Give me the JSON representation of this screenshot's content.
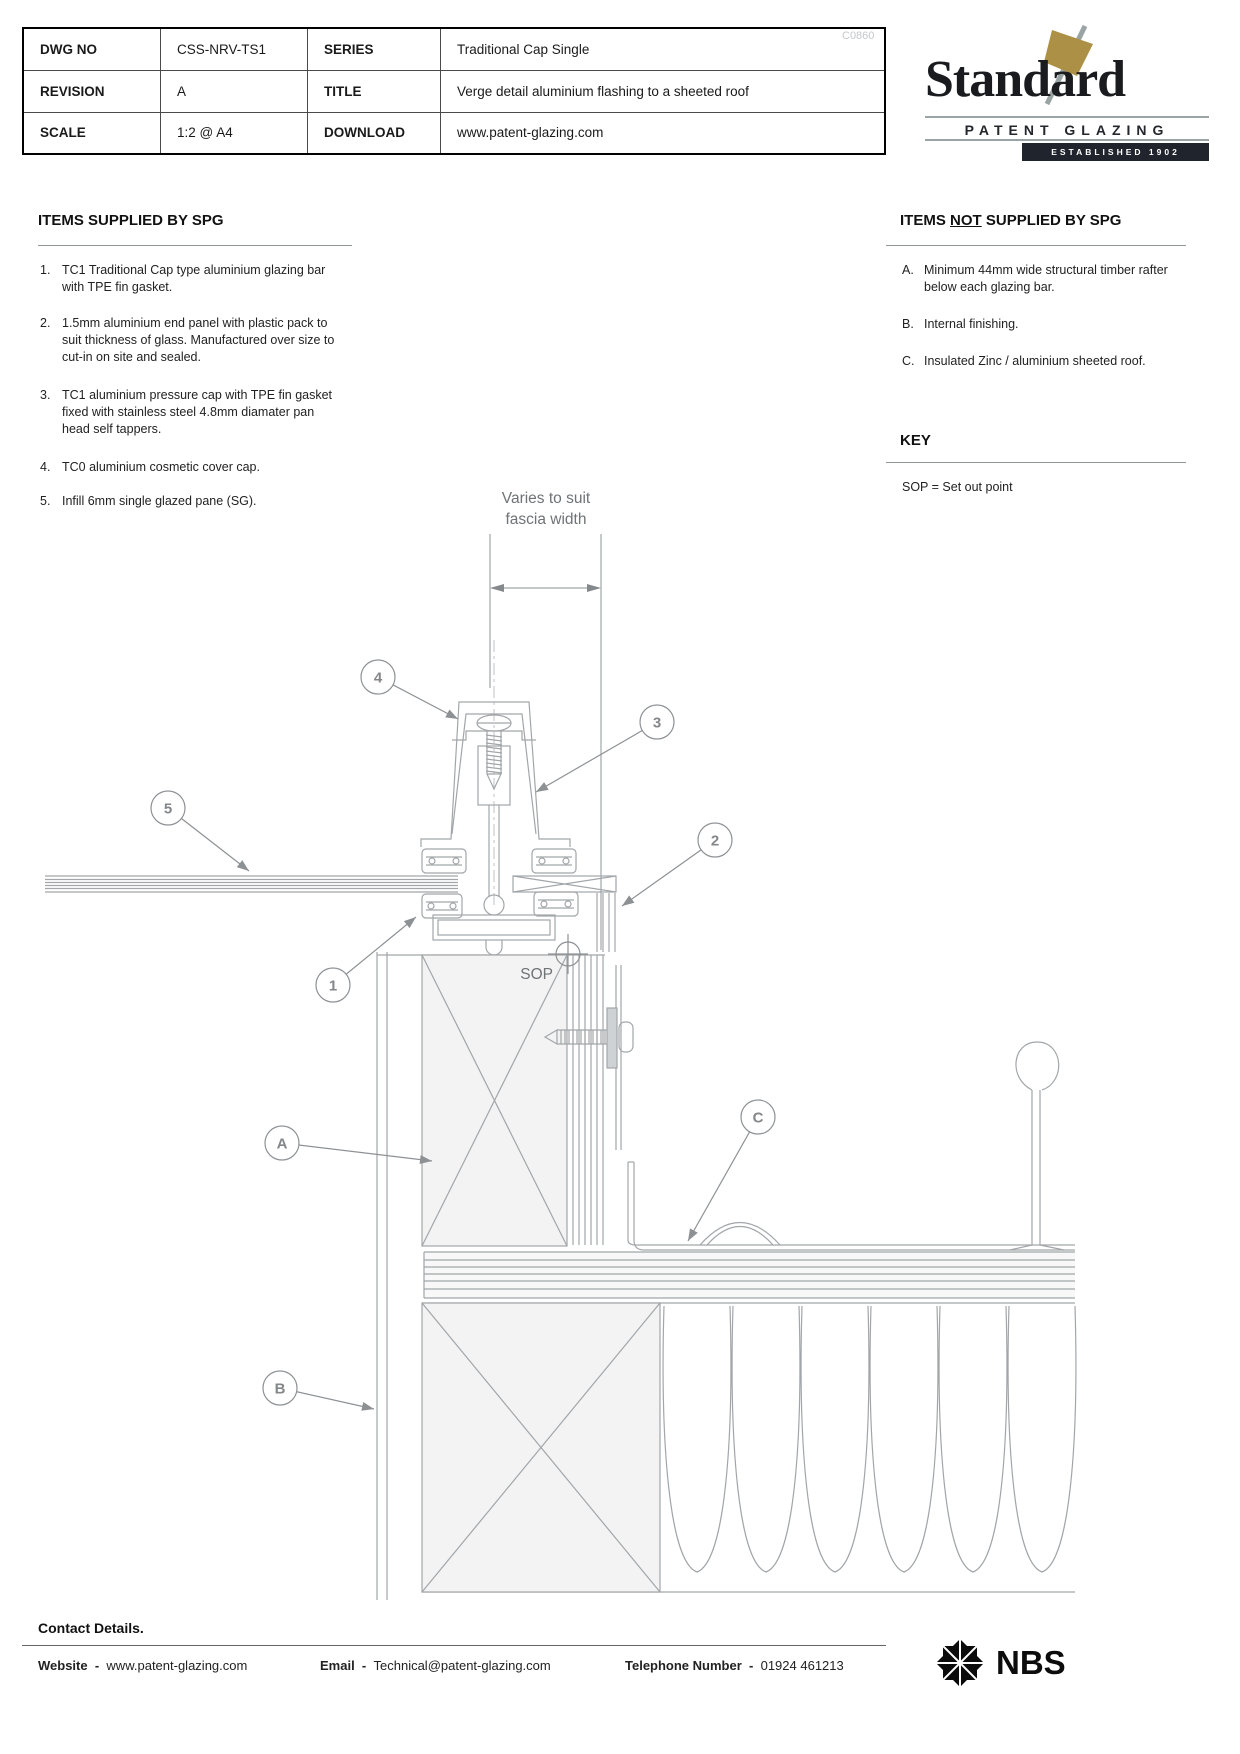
{
  "title_block": {
    "cells": [
      {
        "label": "DWG NO",
        "value": "CSS-NRV-TS1"
      },
      {
        "label": "SERIES",
        "value": "Traditional Cap Single"
      },
      {
        "label": "REVISION",
        "value": "A"
      },
      {
        "label": "TITLE",
        "value": "Verge detail aluminium flashing to a sheeted roof"
      },
      {
        "label": "SCALE",
        "value": "1:2 @ A4"
      },
      {
        "label": "DOWNLOAD",
        "value": "www.patent-glazing.com"
      }
    ],
    "ref_code": "C0860"
  },
  "logo": {
    "name": "Standard",
    "tagline": "PATENT GLAZING",
    "established": "ESTABLISHED 1902",
    "gold": "#ac9045",
    "dark": "#20242c"
  },
  "supplied": {
    "heading": "ITEMS SUPPLIED BY SPG",
    "items": [
      {
        "num": "1.",
        "text": "TC1 Traditional Cap type aluminium glazing bar with TPE fin gasket."
      },
      {
        "num": "2.",
        "text": "1.5mm aluminium end panel with plastic pack to suit thickness of glass. Manufactured over size to cut-in on site and sealed."
      },
      {
        "num": "3.",
        "text": "TC1 aluminium pressure cap with TPE fin gasket fixed with stainless steel 4.8mm diamater pan head self tappers."
      },
      {
        "num": "4.",
        "text": "TC0 aluminium cosmetic cover cap."
      },
      {
        "num": "5.",
        "text": "Infill 6mm single glazed pane (SG)."
      }
    ]
  },
  "not_supplied": {
    "heading_pre": "ITEMS ",
    "heading_not": "NOT",
    "heading_post": " SUPPLIED BY SPG",
    "items": [
      {
        "num": "A.",
        "text": "Minimum 44mm wide structural timber rafter below each glazing bar."
      },
      {
        "num": "B.",
        "text": "Internal finishing."
      },
      {
        "num": "C.",
        "text": "Insulated Zinc / aluminium sheeted roof."
      }
    ]
  },
  "key": {
    "heading": "KEY",
    "entry": "SOP = Set out point"
  },
  "drawing": {
    "dim_label_1": "Varies to suit",
    "dim_label_2": "fascia width",
    "sop_label": "SOP",
    "callout_1": "1",
    "callout_2": "2",
    "callout_3": "3",
    "callout_4": "4",
    "callout_5": "5",
    "callout_a": "A",
    "callout_b": "B",
    "callout_c": "C"
  },
  "footer": {
    "heading": "Contact Details.",
    "website_label": "Website",
    "website_sep": "-",
    "website": "www.patent-glazing.com",
    "email_label": "Email",
    "email_sep": "-",
    "email": "Technical@patent-glazing.com",
    "phone_label": "Telephone Number",
    "phone_sep": "-",
    "phone": "01924 461213",
    "nbs": "NBS"
  }
}
